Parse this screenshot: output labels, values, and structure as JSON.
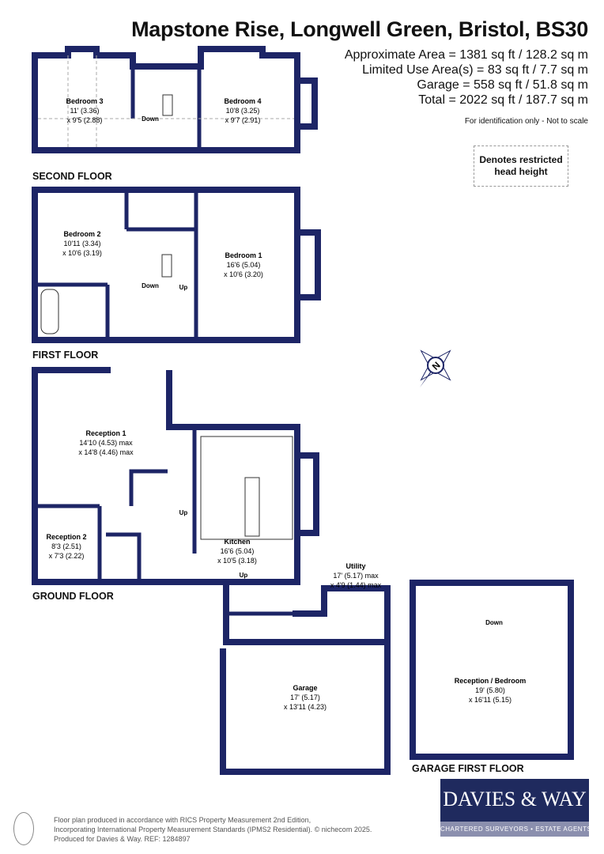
{
  "header": {
    "title": "Mapstone Rise, Longwell Green, Bristol, BS30",
    "areas": [
      "Approximate Area = 1381 sq ft / 128.2 sq m",
      "Limited Use Area(s) = 83 sq ft / 7.7 sq m",
      "Garage = 558 sq ft / 51.8 sq m",
      "Total = 2022 sq ft / 187.7 sq m"
    ],
    "note": "For identification only - Not to scale",
    "legend": "Denotes restricted head height"
  },
  "floors": {
    "second": "SECOND FLOOR",
    "first": "FIRST FLOOR",
    "ground": "GROUND FLOOR",
    "garage_first": "GARAGE FIRST FLOOR"
  },
  "rooms": {
    "bedroom3": {
      "name": "Bedroom 3",
      "dim1": "11' (3.36)",
      "dim2": "x 9'5 (2.88)"
    },
    "bedroom4": {
      "name": "Bedroom 4",
      "dim1": "10'8 (3.25)",
      "dim2": "x 9'7 (2.91)"
    },
    "bedroom2": {
      "name": "Bedroom 2",
      "dim1": "10'11 (3.34)",
      "dim2": "x 10'6 (3.19)"
    },
    "bedroom1": {
      "name": "Bedroom 1",
      "dim1": "16'6 (5.04)",
      "dim2": "x 10'6 (3.20)"
    },
    "reception1": {
      "name": "Reception 1",
      "dim1": "14'10 (4.53) max",
      "dim2": "x 14'8 (4.46) max"
    },
    "reception2": {
      "name": "Reception 2",
      "dim1": "8'3 (2.51)",
      "dim2": "x 7'3 (2.22)"
    },
    "kitchen": {
      "name": "Kitchen",
      "dim1": "16'6 (5.04)",
      "dim2": "x 10'5 (3.18)"
    },
    "utility": {
      "name": "Utility",
      "dim1": "17' (5.17) max",
      "dim2": "x 4'9 (1.44) max"
    },
    "garage": {
      "name": "Garage",
      "dim1": "17' (5.17)",
      "dim2": "x 13'11 (4.23)"
    },
    "reception_bedroom": {
      "name": "Reception / Bedroom",
      "dim1": "19' (5.80)",
      "dim2": "x 16'11 (5.15)"
    }
  },
  "stairs": {
    "down": "Down",
    "up": "Up"
  },
  "compass": {
    "label": "N"
  },
  "footer": {
    "lines": [
      "Floor plan produced in accordance with RICS Property Measurement 2nd Edition,",
      "Incorporating International Property Measurement Standards (IPMS2 Residential).   © nichecom 2025.",
      "Produced for Davies & Way.   REF:  1284897"
    ]
  },
  "logo": {
    "brand": "DAVIES & WAY",
    "tagline": "CHARTERED SURVEYORS • ESTATE AGENTS"
  },
  "colors": {
    "wall": "#1d2566",
    "logo_bg": "#1f2a5e",
    "logo_tag": "#8b8fae"
  }
}
